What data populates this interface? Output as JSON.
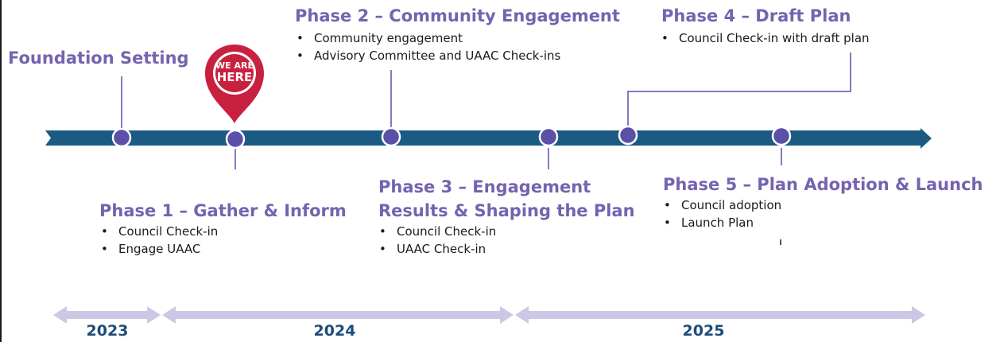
{
  "phases": {
    "foundation": {
      "title": "Foundation Setting"
    },
    "phase1": {
      "title": "Phase 1 – Gather & Inform",
      "bullets": [
        "Council Check-in",
        "Engage UAAC"
      ]
    },
    "phase2": {
      "title": "Phase 2 – Community Engagement",
      "bullets": [
        "Community engagement",
        "Advisory Committee and UAAC Check-ins"
      ]
    },
    "phase3": {
      "title_line1": "Phase 3 – Engagement",
      "title_line2": "Results & Shaping the Plan",
      "bullets": [
        "Council Check-in",
        "UAAC Check-in"
      ]
    },
    "phase4": {
      "title": "Phase 4 – Draft Plan",
      "bullets": [
        "Council Check-in with draft plan"
      ]
    },
    "phase5": {
      "title": "Phase 5 – Plan Adoption & Launch",
      "bullets": [
        "Council adoption",
        "Launch Plan"
      ]
    }
  },
  "marker": {
    "line1": "WE ARE",
    "line2": "HERE"
  },
  "years": [
    "2023",
    "2024",
    "2025"
  ],
  "colors": {
    "timeline": "#1b5a82",
    "milestone_fill": "#5b4fa8",
    "title_text": "#7563b0",
    "year_bar": "#cdc6e4",
    "year_text": "#1e4c7a",
    "marker": "#c8213f"
  }
}
